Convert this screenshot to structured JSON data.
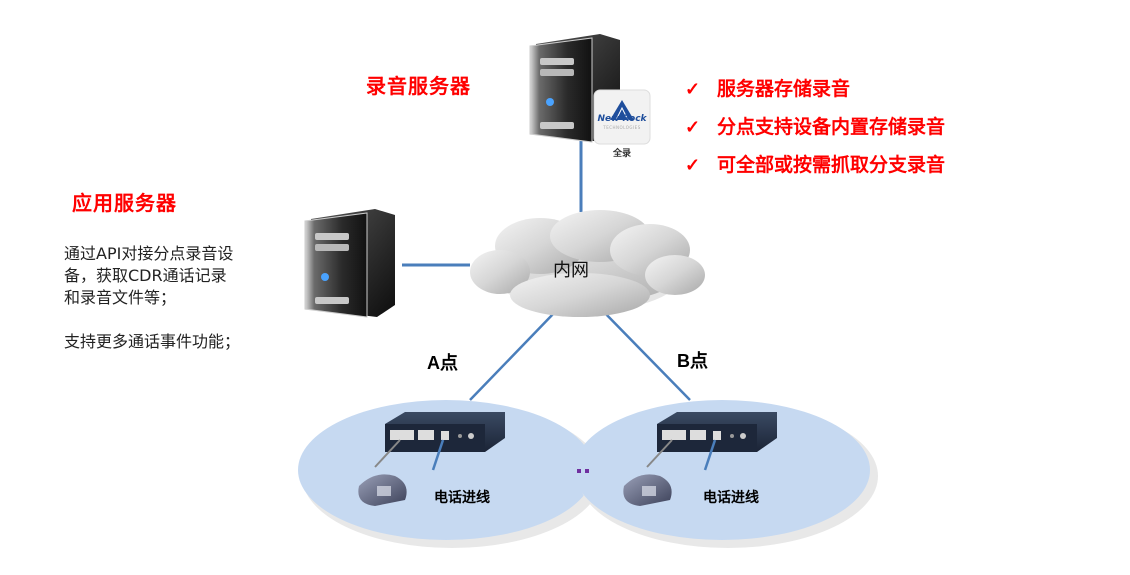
{
  "recording_server": {
    "title": "录音服务器",
    "logo_brand": "New Rock",
    "logo_sub": "TECHNOLOGIES",
    "logo_caption": "全录"
  },
  "features": [
    {
      "check": "✓",
      "text": "服务器存储录音"
    },
    {
      "check": "✓",
      "text": "分点支持设备内置存储录音"
    },
    {
      "check": "✓",
      "text": "可全部或按需抓取分支录音"
    }
  ],
  "app_server": {
    "title": "应用服务器",
    "desc_lines": [
      "通过API对接分点录音设",
      "备，获取CDR通话记录",
      "和录音文件等；"
    ],
    "desc_extra": "支持更多通话事件功能；"
  },
  "network": {
    "label": "内网"
  },
  "sites": [
    {
      "label": "A点",
      "line_label": "电话进线"
    },
    {
      "label": "B点",
      "line_label": "电话进线"
    }
  ],
  "colors": {
    "accent_red": "#ff0000",
    "link_blue": "#4a7ebb",
    "site_fill": "#c6d9f1",
    "dots": "#7030a0"
  }
}
